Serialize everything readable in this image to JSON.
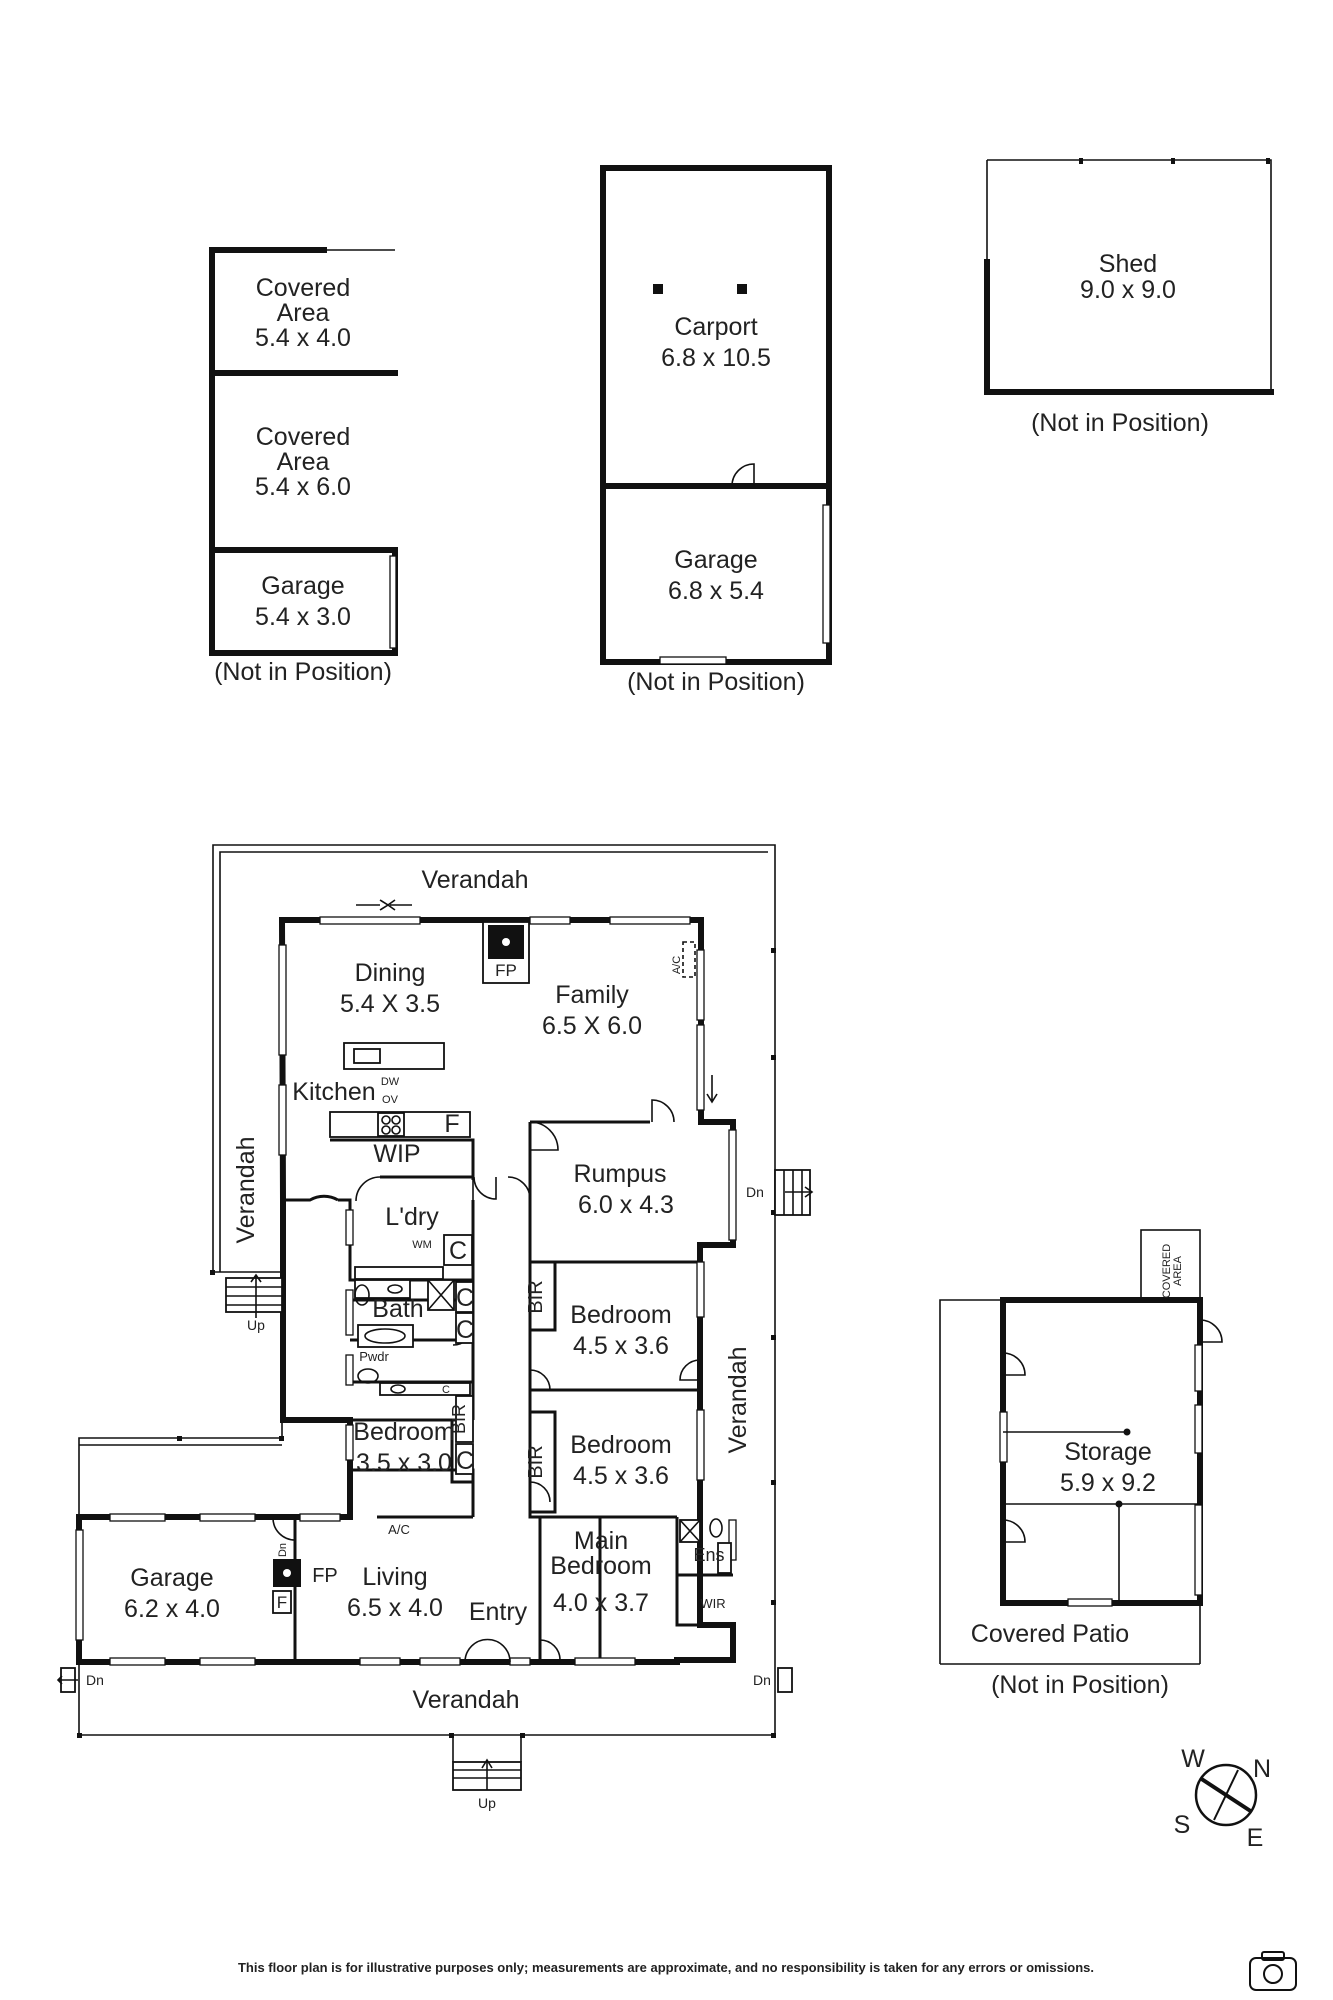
{
  "outbuildings": {
    "left": {
      "covered_area_1": {
        "name": "Covered\nArea",
        "dims": "5.4 x 4.0"
      },
      "covered_area_2": {
        "name": "Covered\nArea",
        "dims": "5.4 x 6.0"
      },
      "garage": {
        "name": "Garage",
        "dims": "5.4 x 3.0"
      },
      "note": "(Not in Position)"
    },
    "middle": {
      "carport": {
        "name": "Carport",
        "dims": "6.8 x 10.5"
      },
      "garage": {
        "name": "Garage",
        "dims": "6.8 x 5.4"
      },
      "note": "(Not in Position)"
    },
    "shed": {
      "name": "Shed",
      "dims": "9.0 x 9.0",
      "note": "(Not in Position)"
    },
    "storage": {
      "name": "Storage",
      "dims": "5.9 x 9.2",
      "covered_area": "COVERED\nAREA",
      "patio": "Covered Patio",
      "note": "(Not in Position)"
    }
  },
  "house": {
    "verandah_top": "Verandah",
    "verandah_left": "Verandah",
    "verandah_right": "Verandah",
    "verandah_bottom": "Verandah",
    "dining": {
      "name": "Dining",
      "dims": "5.4 X 3.5"
    },
    "family": {
      "name": "Family",
      "dims": "6.5 X 6.0"
    },
    "kitchen": "Kitchen",
    "wip": "WIP",
    "laundry": "L'dry",
    "bath": "Bath",
    "powder": "Pwdr",
    "rumpus": {
      "name": "Rumpus",
      "dims": "6.0 x 4.3"
    },
    "bedroom_2": {
      "name": "Bedroom",
      "dims": "4.5 x 3.6"
    },
    "bedroom_3": {
      "name": "Bedroom",
      "dims": "4.5 x 3.6"
    },
    "bedroom_4": {
      "name": "Bedroom",
      "dims": "3.5 x 3.0"
    },
    "main_bedroom": {
      "name": "Main\nBedroom",
      "dims": "4.0 x 3.7"
    },
    "ensuite": "Ens",
    "wir": "WIR",
    "living": {
      "name": "Living",
      "dims": "6.5 x 4.0"
    },
    "entry": "Entry",
    "garage": {
      "name": "Garage",
      "dims": "6.2 x 4.0"
    },
    "fp": "FP",
    "fp_living": "FP",
    "ac": "A/C",
    "ac_living": "A/C",
    "bir": "BIR",
    "cupboard": "C",
    "fridge": "F",
    "dw": "DW",
    "ov": "OV",
    "wm": "WM",
    "up": "Up",
    "dn": "Dn"
  },
  "compass": {
    "n": "N",
    "e": "E",
    "s": "S",
    "w": "W"
  },
  "disclaimer": "This floor plan is for illustrative purposes only; measurements are approximate, and no responsibility is taken for any errors or omissions.",
  "icons": [
    "camera-icon",
    "compass-icon",
    "fireplace-icon",
    "sink-icon",
    "cooktop-icon",
    "toilet-icon"
  ]
}
